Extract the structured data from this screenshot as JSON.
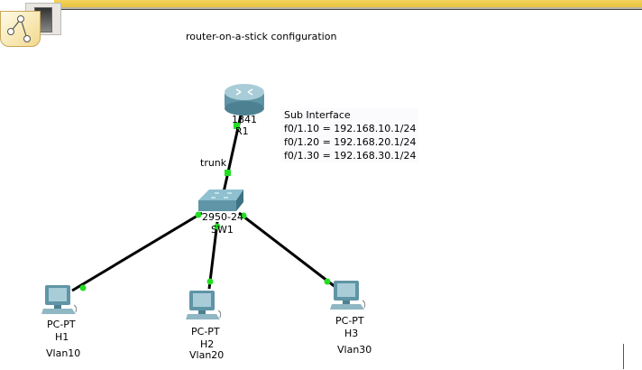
{
  "toolbar": {
    "logical_view_icon": "logical-topology-icon",
    "tab_icon": "workspace-tab-icon"
  },
  "diagram": {
    "title": "router-on-a-stick configuration",
    "note": {
      "heading": "Sub Interface",
      "lines": [
        "f0/1.10 = 192.168.10.1/24",
        "f0/1.20 = 192.168.20.1/24",
        "f0/1.30 = 192.168.30.1/24"
      ]
    },
    "link_label": "trunk",
    "link_color": "#000000",
    "port_color": "#22dd22",
    "devices": {
      "router": {
        "model": "1841",
        "name": "R1"
      },
      "switch": {
        "model": "2950-24",
        "name": "SW1"
      },
      "h1": {
        "model": "PC-PT",
        "name": "H1",
        "vlan": "Vlan10"
      },
      "h2": {
        "model": "PC-PT",
        "name": "H2",
        "vlan": "Vlan20"
      },
      "h3": {
        "model": "PC-PT",
        "name": "H3",
        "vlan": "Vlan30"
      }
    }
  }
}
